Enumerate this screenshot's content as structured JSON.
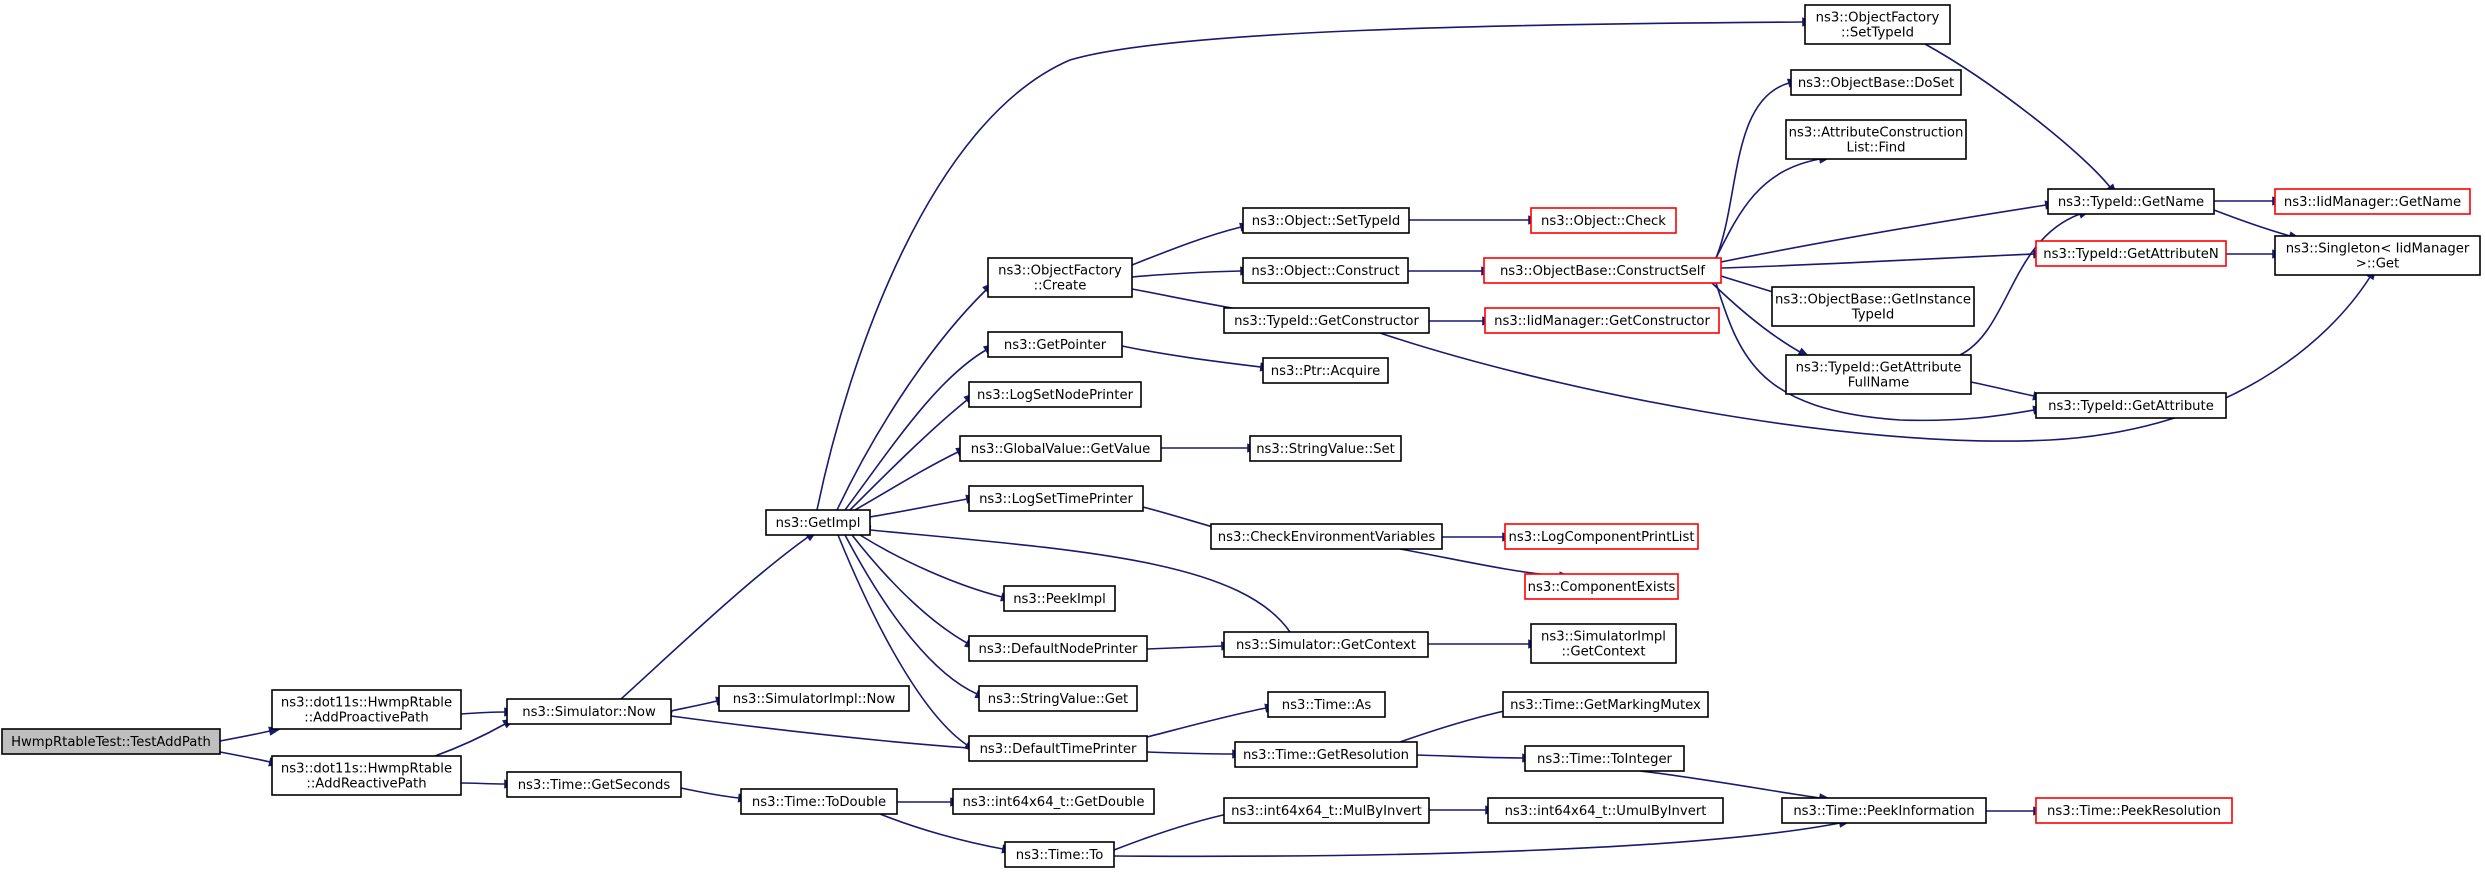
{
  "colors": {
    "edge": "#191970",
    "node_border": "#000000",
    "node_border_truncated": "#ff0000",
    "node_fill": "#ffffff",
    "root_fill": "#bfbfbf"
  },
  "nodes": [
    {
      "id": "n0",
      "lines": [
        "HwmpRtableTest::TestAddPath"
      ],
      "kind": "root"
    },
    {
      "id": "n1",
      "lines": [
        "ns3::dot11s::HwmpRtable",
        "::AddProactivePath"
      ],
      "kind": "normal"
    },
    {
      "id": "n2",
      "lines": [
        "ns3::dot11s::HwmpRtable",
        "::AddReactivePath"
      ],
      "kind": "normal"
    },
    {
      "id": "n3",
      "lines": [
        "ns3::Simulator::Now"
      ],
      "kind": "normal"
    },
    {
      "id": "n4",
      "lines": [
        "ns3::SimulatorImpl::Now"
      ],
      "kind": "normal"
    },
    {
      "id": "n5",
      "lines": [
        "ns3::GetImpl"
      ],
      "kind": "normal"
    },
    {
      "id": "n6",
      "lines": [
        "ns3::ObjectFactory",
        "::SetTypeId"
      ],
      "kind": "normal"
    },
    {
      "id": "n7",
      "lines": [
        "ns3::ObjectFactory",
        "::Create"
      ],
      "kind": "normal"
    },
    {
      "id": "n8",
      "lines": [
        "ns3::GetPointer"
      ],
      "kind": "normal"
    },
    {
      "id": "n9",
      "lines": [
        "ns3::LogSetNodePrinter"
      ],
      "kind": "normal"
    },
    {
      "id": "n10",
      "lines": [
        "ns3::GlobalValue::GetValue"
      ],
      "kind": "normal"
    },
    {
      "id": "n11",
      "lines": [
        "ns3::LogSetTimePrinter"
      ],
      "kind": "normal"
    },
    {
      "id": "n12",
      "lines": [
        "ns3::PeekImpl"
      ],
      "kind": "normal"
    },
    {
      "id": "n13",
      "lines": [
        "ns3::DefaultNodePrinter"
      ],
      "kind": "normal"
    },
    {
      "id": "n14",
      "lines": [
        "ns3::StringValue::Get"
      ],
      "kind": "normal"
    },
    {
      "id": "n15",
      "lines": [
        "ns3::DefaultTimePrinter"
      ],
      "kind": "normal"
    },
    {
      "id": "n16",
      "lines": [
        "ns3::Object::SetTypeId"
      ],
      "kind": "normal"
    },
    {
      "id": "n17",
      "lines": [
        "ns3::Object::Construct"
      ],
      "kind": "normal"
    },
    {
      "id": "n18",
      "lines": [
        "ns3::TypeId::GetConstructor"
      ],
      "kind": "normal"
    },
    {
      "id": "n19",
      "lines": [
        "ns3::Ptr::Acquire"
      ],
      "kind": "normal"
    },
    {
      "id": "n20",
      "lines": [
        "ns3::StringValue::Set"
      ],
      "kind": "normal"
    },
    {
      "id": "n21",
      "lines": [
        "ns3::CheckEnvironmentVariables"
      ],
      "kind": "normal"
    },
    {
      "id": "n22",
      "lines": [
        "ns3::Simulator::GetContext"
      ],
      "kind": "normal"
    },
    {
      "id": "n23",
      "lines": [
        "ns3::Time::As"
      ],
      "kind": "normal"
    },
    {
      "id": "n24",
      "lines": [
        "ns3::Time::GetResolution"
      ],
      "kind": "normal"
    },
    {
      "id": "n25",
      "lines": [
        "ns3::Time::GetSeconds"
      ],
      "kind": "normal"
    },
    {
      "id": "n26",
      "lines": [
        "ns3::Time::ToDouble"
      ],
      "kind": "normal"
    },
    {
      "id": "n27",
      "lines": [
        "ns3::int64x64_t::GetDouble"
      ],
      "kind": "normal"
    },
    {
      "id": "n28",
      "lines": [
        "ns3::Time::To"
      ],
      "kind": "normal"
    },
    {
      "id": "n29",
      "lines": [
        "ns3::int64x64_t::MulByInvert"
      ],
      "kind": "normal"
    },
    {
      "id": "n30",
      "lines": [
        "ns3::int64x64_t::UmulByInvert"
      ],
      "kind": "normal"
    },
    {
      "id": "n31",
      "lines": [
        "ns3::Time::GetMarkingMutex"
      ],
      "kind": "normal"
    },
    {
      "id": "n32",
      "lines": [
        "ns3::Time::ToInteger"
      ],
      "kind": "normal"
    },
    {
      "id": "n33",
      "lines": [
        "ns3::Time::PeekInformation"
      ],
      "kind": "normal"
    },
    {
      "id": "n34",
      "lines": [
        "ns3::Time::PeekResolution"
      ],
      "kind": "truncated"
    },
    {
      "id": "n35",
      "lines": [
        "ns3::Object::Check"
      ],
      "kind": "truncated"
    },
    {
      "id": "n36",
      "lines": [
        "ns3::ObjectBase::ConstructSelf"
      ],
      "kind": "truncated"
    },
    {
      "id": "n37",
      "lines": [
        "ns3::IidManager::GetConstructor"
      ],
      "kind": "truncated"
    },
    {
      "id": "n38",
      "lines": [
        "ns3::LogComponentPrintList"
      ],
      "kind": "truncated"
    },
    {
      "id": "n39",
      "lines": [
        "ns3::ComponentExists"
      ],
      "kind": "truncated"
    },
    {
      "id": "n40",
      "lines": [
        "ns3::SimulatorImpl",
        "::GetContext"
      ],
      "kind": "normal"
    },
    {
      "id": "n41",
      "lines": [
        "ns3::ObjectBase::DoSet"
      ],
      "kind": "normal"
    },
    {
      "id": "n42",
      "lines": [
        "ns3::AttributeConstruction",
        "List::Find"
      ],
      "kind": "normal"
    },
    {
      "id": "n43",
      "lines": [
        "ns3::TypeId::GetName"
      ],
      "kind": "normal"
    },
    {
      "id": "n44",
      "lines": [
        "ns3::TypeId::GetAttributeN"
      ],
      "kind": "truncated"
    },
    {
      "id": "n45",
      "lines": [
        "ns3::ObjectBase::GetInstance",
        "TypeId"
      ],
      "kind": "normal"
    },
    {
      "id": "n46",
      "lines": [
        "ns3::TypeId::GetAttribute",
        "FullName"
      ],
      "kind": "normal"
    },
    {
      "id": "n47",
      "lines": [
        "ns3::TypeId::GetAttribute"
      ],
      "kind": "normal"
    },
    {
      "id": "n48",
      "lines": [
        "ns3::IidManager::GetName"
      ],
      "kind": "truncated"
    },
    {
      "id": "n49",
      "lines": [
        "ns3::Singleton< IidManager",
        " >::Get"
      ],
      "kind": "normal"
    }
  ],
  "edges": [
    [
      "n0",
      "n1"
    ],
    [
      "n0",
      "n2"
    ],
    [
      "n1",
      "n3"
    ],
    [
      "n2",
      "n3"
    ],
    [
      "n2",
      "n25"
    ],
    [
      "n3",
      "n4"
    ],
    [
      "n3",
      "n5"
    ],
    [
      "n5",
      "n6"
    ],
    [
      "n5",
      "n7"
    ],
    [
      "n5",
      "n8"
    ],
    [
      "n5",
      "n9"
    ],
    [
      "n5",
      "n10"
    ],
    [
      "n5",
      "n11"
    ],
    [
      "n5",
      "n12"
    ],
    [
      "n5",
      "n13"
    ],
    [
      "n5",
      "n14"
    ],
    [
      "n5",
      "n15"
    ],
    [
      "n7",
      "n16"
    ],
    [
      "n7",
      "n17"
    ],
    [
      "n7",
      "n18"
    ],
    [
      "n8",
      "n19"
    ],
    [
      "n10",
      "n20"
    ],
    [
      "n11",
      "n21"
    ],
    [
      "n13",
      "n22"
    ],
    [
      "n22",
      "n5"
    ],
    [
      "n22",
      "n40"
    ],
    [
      "n15",
      "n3"
    ],
    [
      "n15",
      "n23"
    ],
    [
      "n15",
      "n24"
    ],
    [
      "n25",
      "n26"
    ],
    [
      "n26",
      "n27"
    ],
    [
      "n26",
      "n28"
    ],
    [
      "n28",
      "n29"
    ],
    [
      "n28",
      "n33"
    ],
    [
      "n29",
      "n30"
    ],
    [
      "n24",
      "n31"
    ],
    [
      "n24",
      "n32"
    ],
    [
      "n32",
      "n33"
    ],
    [
      "n33",
      "n34"
    ],
    [
      "n16",
      "n35"
    ],
    [
      "n17",
      "n36"
    ],
    [
      "n18",
      "n37"
    ],
    [
      "n18",
      "n49"
    ],
    [
      "n21",
      "n38"
    ],
    [
      "n21",
      "n39"
    ],
    [
      "n36",
      "n41"
    ],
    [
      "n36",
      "n42"
    ],
    [
      "n36",
      "n43"
    ],
    [
      "n36",
      "n44"
    ],
    [
      "n36",
      "n45"
    ],
    [
      "n36",
      "n46"
    ],
    [
      "n36",
      "n47"
    ],
    [
      "n6",
      "n43"
    ],
    [
      "n46",
      "n43"
    ],
    [
      "n46",
      "n47"
    ],
    [
      "n43",
      "n48"
    ],
    [
      "n43",
      "n49"
    ],
    [
      "n44",
      "n49"
    ]
  ]
}
